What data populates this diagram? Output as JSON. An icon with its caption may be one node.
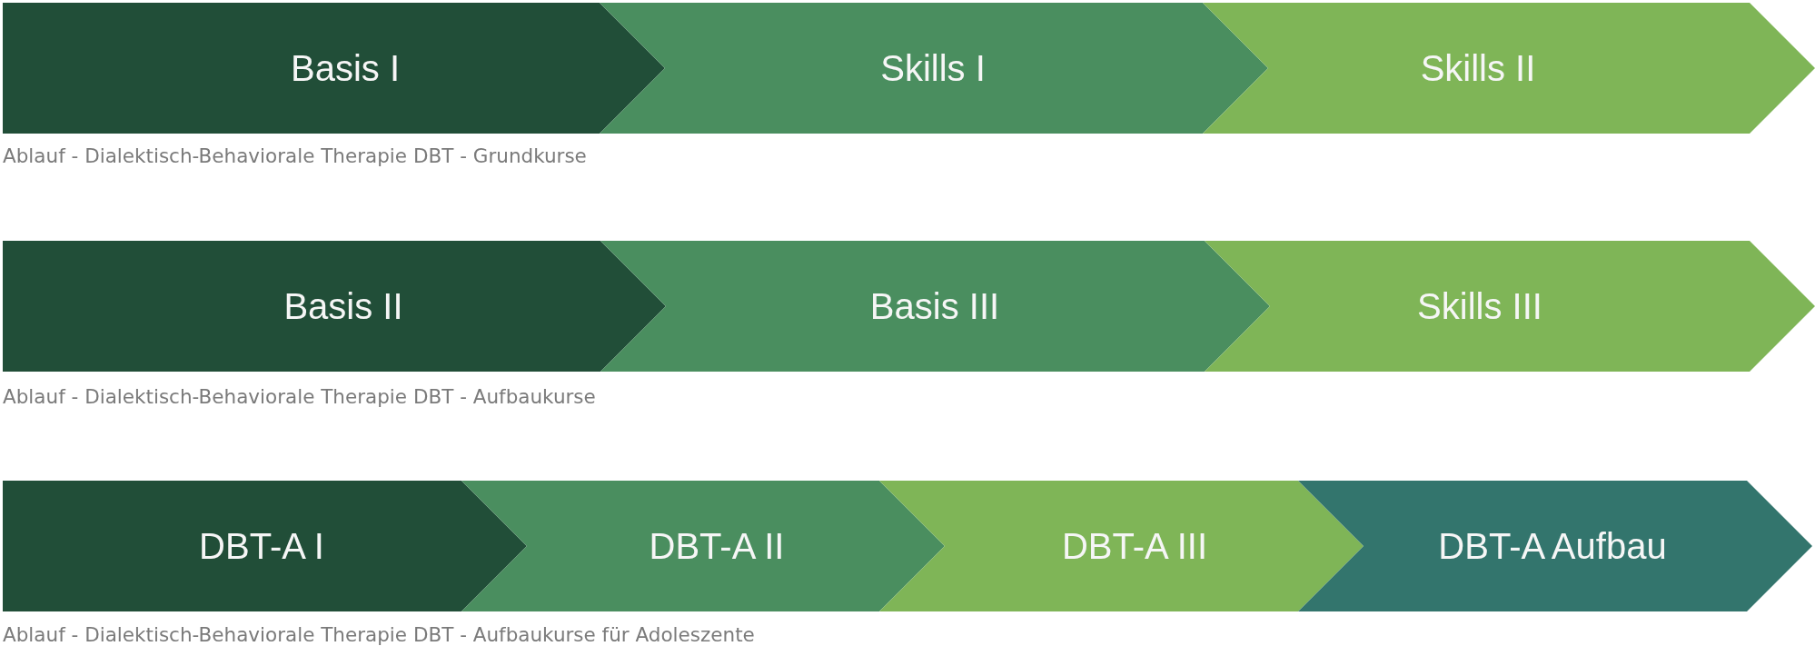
{
  "diagram": {
    "nodes": [
      {
        "text": [
          "Basis I"
        ]
      },
      {
        "text": [
          "Skills I"
        ]
      },
      {
        "text": [
          "Skills II"
        ]
      },
      {
        "text": [
          "Basis II"
        ]
      },
      {
        "text": [
          "Basis III"
        ]
      },
      {
        "text": [
          "Skills III"
        ]
      },
      {
        "text": [
          "DBT-A I"
        ]
      },
      {
        "text": [
          "DBT-A II"
        ]
      },
      {
        "text": [
          "DBT-A III"
        ]
      },
      {
        "text": [
          "DBT-A Aufbau"
        ]
      }
    ],
    "labels": [
      "Ablauf - Dialektisch-Behaviorale Therapie DBT - Grundkurse",
      "Ablauf - Dialektisch-Behaviorale Therapie DBT - Aufbaukurse",
      "Ablauf - Dialektisch-Behaviorale Therapie DBT - Aufbaukurse für Adoleszente"
    ]
  }
}
